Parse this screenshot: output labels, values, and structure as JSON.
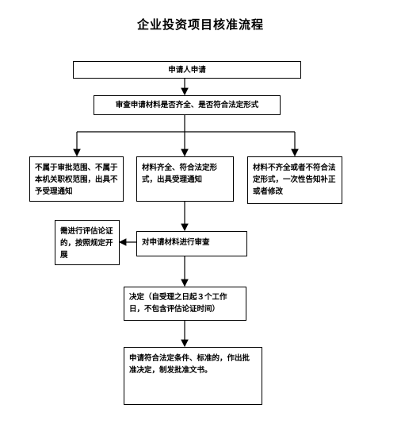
{
  "title": "企业投资项目核准流程",
  "steps": {
    "apply": "申请人申请",
    "review_materials": "审查申请材料是否齐全、是否符合法定形式",
    "reject_scope": "不属于审批范围、不属于本机关职权范围，出具不予受理通知",
    "accept": "材料齐全、符合法定形式，出具受理通知",
    "incomplete": "材料不齐全或者不符合法定形式，一次性告知补正或者修改",
    "assessment": "需进行评估论证的，按照规定开展",
    "examine": "对申请材料进行审查",
    "decision": "决定（自受理之日起３个工作日，不包含评估论证时间）",
    "approve": "申请符合法定条件、标准的，作出批准决定，制发批准文书。"
  }
}
